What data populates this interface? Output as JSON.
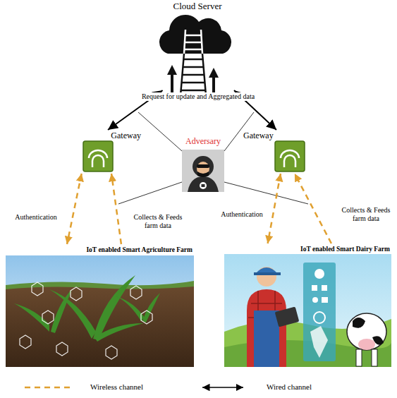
{
  "diagram": {
    "nodes": [
      {
        "text": [
          "Cloud Server"
        ]
      },
      {
        "text": [
          "Gateway"
        ]
      },
      {
        "text": [
          "Adversary"
        ]
      },
      {
        "text": [
          "Gateway"
        ]
      },
      {
        "text": [
          "IoT enabled Smart Agriculture Farm"
        ]
      },
      {
        "text": [
          "IoT enabled Smart Dairy Farm"
        ]
      }
    ],
    "edges": [
      {
        "from": 0,
        "to": 1,
        "arrow": "both"
      },
      {
        "from": 0,
        "to": 3,
        "arrow": "both"
      },
      {
        "from": 1,
        "to": 4,
        "arrow": "both",
        "label": "Authentication"
      },
      {
        "from": 4,
        "to": 1,
        "arrow": "to",
        "label": "Collects & Feeds farm data"
      },
      {
        "from": 3,
        "to": 5,
        "arrow": "both",
        "label": "Authentication"
      },
      {
        "from": 5,
        "to": 3,
        "arrow": "to",
        "label": "Collects & Feeds farm data"
      }
    ],
    "labels": [
      "Request for update and Aggregated data"
    ],
    "legend": [
      {
        "text": "Wireless channel"
      },
      {
        "text": "Wired channel"
      }
    ]
  }
}
